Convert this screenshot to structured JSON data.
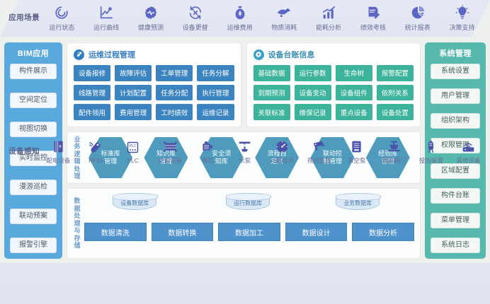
{
  "top_band": {
    "label": "应用场景",
    "label_chars": [
      "应",
      "用",
      "场",
      "景"
    ],
    "items": [
      {
        "text": "运行状态",
        "icon": "gauge-ring-icon"
      },
      {
        "text": "运行曲线",
        "icon": "line-chart-icon"
      },
      {
        "text": "健康预测",
        "icon": "gear-pulse-icon"
      },
      {
        "text": "设备更替",
        "icon": "refresh-cycle-icon"
      },
      {
        "text": "运维费用",
        "icon": "money-bag-icon"
      },
      {
        "text": "物质消耗",
        "icon": "material-flow-icon"
      },
      {
        "text": "能耗分析",
        "icon": "bar-trend-icon"
      },
      {
        "text": "绩效考核",
        "icon": "clipboard-edit-icon"
      },
      {
        "text": "统计报表",
        "icon": "pie-chart-icon"
      },
      {
        "text": "决策支持",
        "icon": "lightbulb-icon"
      }
    ]
  },
  "left_rail": {
    "title": "BIM应用",
    "color": "#5aa9dd",
    "items": [
      {
        "label": "构件展示"
      },
      {
        "label": "空间定位"
      },
      {
        "label": "视图切换"
      },
      {
        "label": "实时监控"
      },
      {
        "label": "漫游巡检"
      },
      {
        "label": "联动预案"
      },
      {
        "label": "报警引擎"
      }
    ]
  },
  "right_rail": {
    "title": "系统管理",
    "color": "#57b8ad",
    "items": [
      {
        "label": "系统设置"
      },
      {
        "label": "用户管理"
      },
      {
        "label": "组织架构"
      },
      {
        "label": "权限管理"
      },
      {
        "label": "区域配置"
      },
      {
        "label": "构件台账"
      },
      {
        "label": "菜单管理"
      },
      {
        "label": "系统日志"
      }
    ]
  },
  "card_process": {
    "title": "运维过程管理",
    "icon": "wrench-tools-icon",
    "accent": "#3b84c0",
    "items": [
      {
        "label": "设备报修"
      },
      {
        "label": "故障评估"
      },
      {
        "label": "工单管理"
      },
      {
        "label": "任务分解"
      },
      {
        "label": "线路管理"
      },
      {
        "label": "计划配置"
      },
      {
        "label": "任务分配"
      },
      {
        "label": "执行管理"
      },
      {
        "label": "配件领用"
      },
      {
        "label": "费用管理"
      },
      {
        "label": "工时绩效"
      },
      {
        "label": "运维记录"
      }
    ]
  },
  "card_ledger": {
    "title": "设备台账信息",
    "icon": "gear-settings-icon",
    "accent": "#3cb39a",
    "items": [
      {
        "label": "基础数据"
      },
      {
        "label": "运行参数"
      },
      {
        "label": "生命树"
      },
      {
        "label": "报警配置"
      },
      {
        "label": "到期预测"
      },
      {
        "label": "设备变动"
      },
      {
        "label": "设备组件"
      },
      {
        "label": "依附关系"
      },
      {
        "label": "关联标准"
      },
      {
        "label": "维保记录"
      },
      {
        "label": "重点设备"
      },
      {
        "label": "设备处置"
      }
    ]
  },
  "logic_band": {
    "label": "业务逻辑处理",
    "label_chars": [
      "业",
      "务",
      "逻",
      "辑",
      "处",
      "理"
    ],
    "hexes": [
      {
        "line1": "标准库",
        "line2": "管理"
      },
      {
        "line1": "知识库",
        "line2": "管理"
      },
      {
        "line1": "安全须",
        "line2": "知库"
      },
      {
        "line1": "流程自",
        "line2": "定义"
      },
      {
        "line1": "联动控",
        "line2": "制管理"
      },
      {
        "line1": "经验库",
        "line2": "管理"
      }
    ]
  },
  "data_band": {
    "label": "数据处理与存储",
    "label_chars": [
      "数",
      "据",
      "处",
      "理",
      "与",
      "存",
      "储"
    ],
    "databases": [
      {
        "label": "设备数据库",
        "left_pct": 11
      },
      {
        "label": "运行数据库",
        "left_pct": 44
      },
      {
        "label": "业务数据库",
        "left_pct": 77
      }
    ],
    "processes": [
      {
        "label": "数据清洗"
      },
      {
        "label": "数据转换"
      },
      {
        "label": "数据加工"
      },
      {
        "label": "数据设计"
      },
      {
        "label": "数据分析"
      }
    ]
  },
  "bottom_band": {
    "label": "设备感知",
    "label_chars": [
      "设",
      "备",
      "感",
      "知"
    ],
    "items": [
      {
        "text": "配电设备",
        "icon": "power-cabinet-icon"
      },
      {
        "text": "RFID",
        "icon": "rfid-tag-icon"
      },
      {
        "text": "PLC",
        "icon": "plc-module-icon"
      },
      {
        "text": "空调设备",
        "icon": "hvac-unit-icon"
      },
      {
        "text": "电机",
        "icon": "motor-icon"
      },
      {
        "text": "水泵",
        "icon": "water-pump-icon"
      },
      {
        "text": "计量仪表",
        "icon": "meter-gauge-icon"
      },
      {
        "text": "视频监控",
        "icon": "cctv-camera-icon"
      },
      {
        "text": "真空泵",
        "icon": "vacuum-pump-icon"
      },
      {
        "text": "管道阀门",
        "icon": "pipe-valve-icon"
      },
      {
        "text": "投加装置",
        "icon": "dosing-device-icon"
      },
      {
        "text": "其他设备",
        "icon": "other-device-icon"
      }
    ]
  }
}
